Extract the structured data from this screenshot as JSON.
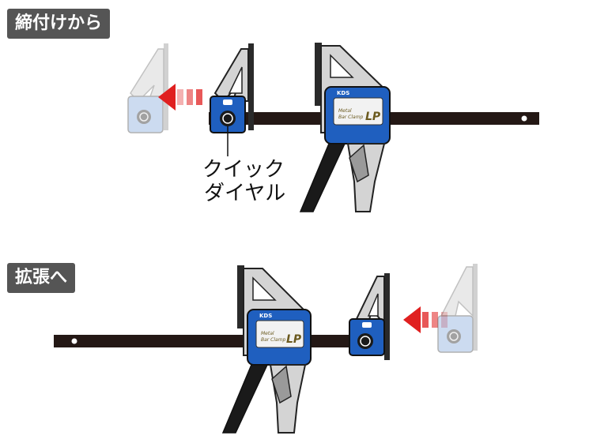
{
  "sections": {
    "tighten": {
      "label": "締付けから"
    },
    "expand": {
      "label": "拡張へ"
    }
  },
  "callout": {
    "line1": "クイック",
    "line2": "ダイヤル"
  },
  "product_logo": {
    "brand": "KDS",
    "model_line1": "Metal",
    "model_line2": "Bar Clamp",
    "model_mark": "LP"
  },
  "colors": {
    "badge_bg": "#555555",
    "bar": "#241815",
    "clamp_blue": "#1f5fbf",
    "clamp_silver": "#d4d4d4",
    "arrow_red": "#e02020",
    "ghost": "#b9c7dc"
  }
}
